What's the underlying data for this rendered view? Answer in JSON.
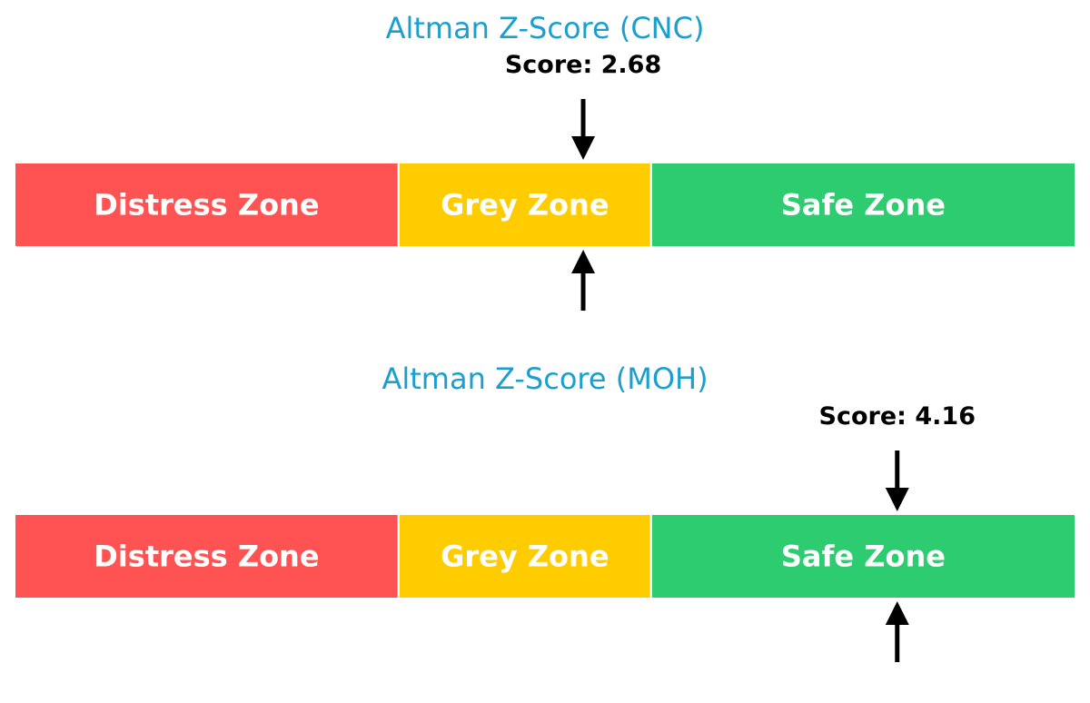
{
  "chart_data": [
    {
      "type": "gauge",
      "title": "Altman Z-Score (CNC)",
      "score_label": "Score: 2.68",
      "score": 2.68,
      "xlim": [
        0,
        5
      ],
      "zones": [
        {
          "name": "Distress Zone",
          "from": 0,
          "to": 1.81,
          "color": "#ff5252"
        },
        {
          "name": "Grey Zone",
          "from": 1.81,
          "to": 3.0,
          "color": "#ffcc00"
        },
        {
          "name": "Safe Zone",
          "from": 3.0,
          "to": 5,
          "color": "#2ecc71"
        }
      ]
    },
    {
      "type": "gauge",
      "title": "Altman Z-Score (MOH)",
      "score_label": "Score: 4.16",
      "score": 4.16,
      "xlim": [
        0,
        5
      ],
      "zones": [
        {
          "name": "Distress Zone",
          "from": 0,
          "to": 1.81,
          "color": "#ff5252"
        },
        {
          "name": "Grey Zone",
          "from": 1.81,
          "to": 3.0,
          "color": "#ffcc00"
        },
        {
          "name": "Safe Zone",
          "from": 3.0,
          "to": 5,
          "color": "#2ecc71"
        }
      ]
    }
  ],
  "colors": {
    "title": "#1a9fcf",
    "arrow": "#000000"
  }
}
